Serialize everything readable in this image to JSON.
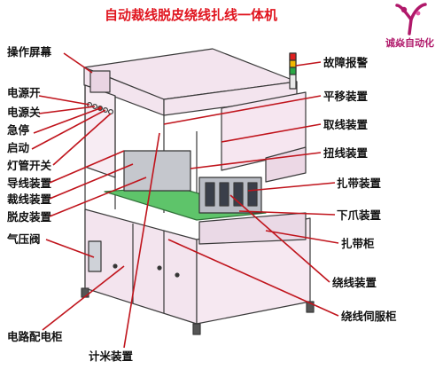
{
  "title": "自动裁线脱皮绕线扎线一体机",
  "logo": {
    "company": "诚焱自动化"
  },
  "labels": {
    "left": {
      "screen": "操作屏幕",
      "power_on": "电源开",
      "power_off": "电源关",
      "estop": "急停",
      "start": "启动",
      "lamp_switch": "灯管开关",
      "wire_guide": "导线装置",
      "cutting": "裁线装置",
      "stripping": "脱皮装置",
      "air_valve": "气压阀",
      "electrical_cabinet": "电路配电柜"
    },
    "bottom": {
      "meter": "计米装置"
    },
    "right": {
      "alarm": "故障报警",
      "shift": "平移装置",
      "take_wire": "取线装置",
      "twist": "扭线装置",
      "tie": "扎带装置",
      "lower_claw": "下爪装置",
      "tie_cabinet": "扎带柜",
      "winding": "绕线装置",
      "winding_servo_cabinet": "绕线伺服柜"
    }
  },
  "colors": {
    "title": "#e0141e",
    "leader": "#c0141c",
    "machine_fill": "#f3e4ee",
    "machine_stroke": "#3a3a3a",
    "logo": "#b0186a"
  }
}
